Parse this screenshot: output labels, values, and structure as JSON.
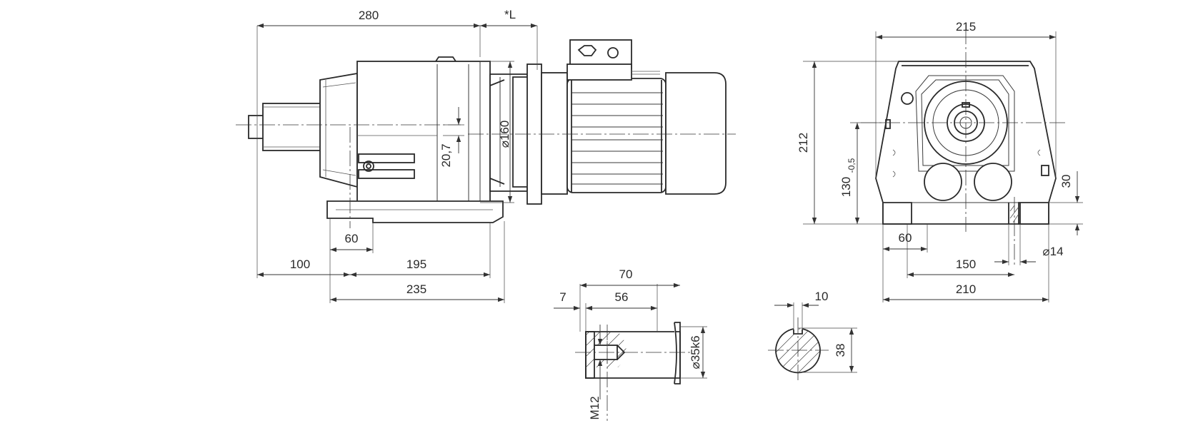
{
  "side_view": {
    "dim_280": "280",
    "dim_L": "*L",
    "dim_160": "⌀160",
    "dim_20_7": "20,7",
    "dim_60": "60",
    "dim_100": "100",
    "dim_195": "195",
    "dim_235": "235"
  },
  "front_view": {
    "dim_215": "215",
    "dim_212": "212",
    "dim_130": "130",
    "dim_130_tol": "-0,5",
    "dim_30": "30",
    "dim_60": "60",
    "dim_14": "⌀14",
    "dim_150": "150",
    "dim_210": "210"
  },
  "shaft_detail": {
    "dim_70": "70",
    "dim_7": "7",
    "dim_56": "56",
    "dim_35k6": "⌀35k6",
    "dim_m12": "M12"
  },
  "key_section": {
    "dim_10": "10",
    "dim_38": "38"
  }
}
